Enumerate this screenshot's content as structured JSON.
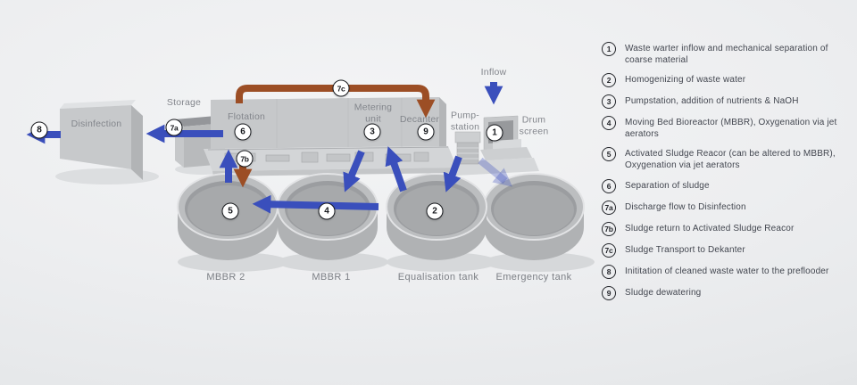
{
  "colors": {
    "flow_blue": "#3a4fbc",
    "sludge_brown": "#9c4e25",
    "background": "#eceef0",
    "diagram_label_gray": "#83868c",
    "legend_text": "#42464f"
  },
  "diagram": {
    "labels": {
      "storage": "Storage",
      "disinfection": "Disinfection",
      "flotation": "Flotation",
      "metering_unit": "Metering\nunit",
      "decanter": "Decanter",
      "pumpstation": "Pump-\nstation",
      "drum_screen": "Drum\nscreen",
      "inflow": "Inflow",
      "mbbr2": "MBBR 2",
      "mbbr1": "MBBR 1",
      "equalisation_tank": "Equalisation tank",
      "emergency_tank": "Emergency tank"
    },
    "markers": {
      "m1": "1",
      "m2": "2",
      "m3": "3",
      "m4": "4",
      "m5": "5",
      "m6": "6",
      "m7a": "7a",
      "m7b": "7b",
      "m7c": "7c",
      "m8": "8",
      "m9": "9"
    }
  },
  "legend": {
    "items": [
      {
        "num": "1",
        "text": "Waste warter inflow and mechanical separation of coarse material"
      },
      {
        "num": "2",
        "text": "Homogenizing of waste water"
      },
      {
        "num": "3",
        "text": "Pumpstation, addition of nutrients & NaOH"
      },
      {
        "num": "4",
        "text": "Moving Bed Bioreactor (MBBR), Oxygenation via jet aerators"
      },
      {
        "num": "5",
        "text": "Activated Sludge Reacor (can be altered to MBBR), Oxygenation via jet aerators"
      },
      {
        "num": "6",
        "text": "Separation of sludge"
      },
      {
        "num": "7a",
        "text": "Discharge flow to Disinfection"
      },
      {
        "num": "7b",
        "text": "Sludge return to Activated Sludge Reacor"
      },
      {
        "num": "7c",
        "text": "Sludge Transport to Dekanter"
      },
      {
        "num": "8",
        "text": "Inititation of cleaned waste water to the preflooder"
      },
      {
        "num": "9",
        "text": "Sludge dewatering"
      }
    ]
  }
}
